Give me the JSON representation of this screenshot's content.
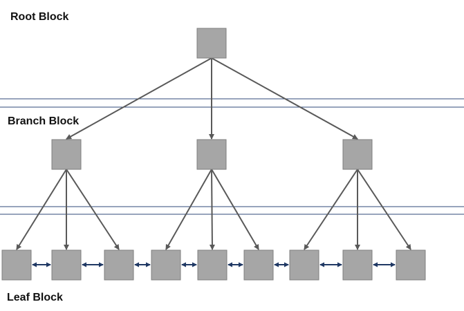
{
  "labels": {
    "root": "Root Block",
    "branch": "Branch Block",
    "leaf": "Leaf Block"
  },
  "colors": {
    "block_fill": "#a6a6a6",
    "block_stroke": "#7f7f7f",
    "tree_edge": "#595959",
    "sibling_link": "#1f3864",
    "level_separator": "#2f4a7a"
  },
  "tree": {
    "root": {
      "children": [
        "branch-1",
        "branch-2",
        "branch-3"
      ]
    },
    "branches": [
      {
        "id": "branch-1",
        "children": [
          "leaf-1",
          "leaf-2",
          "leaf-3"
        ]
      },
      {
        "id": "branch-2",
        "children": [
          "leaf-4",
          "leaf-5",
          "leaf-6"
        ]
      },
      {
        "id": "branch-3",
        "children": [
          "leaf-7",
          "leaf-8",
          "leaf-9"
        ]
      }
    ],
    "leaves": [
      "leaf-1",
      "leaf-2",
      "leaf-3",
      "leaf-4",
      "leaf-5",
      "leaf-6",
      "leaf-7",
      "leaf-8",
      "leaf-9"
    ],
    "leaf_links": "bidirectional"
  }
}
